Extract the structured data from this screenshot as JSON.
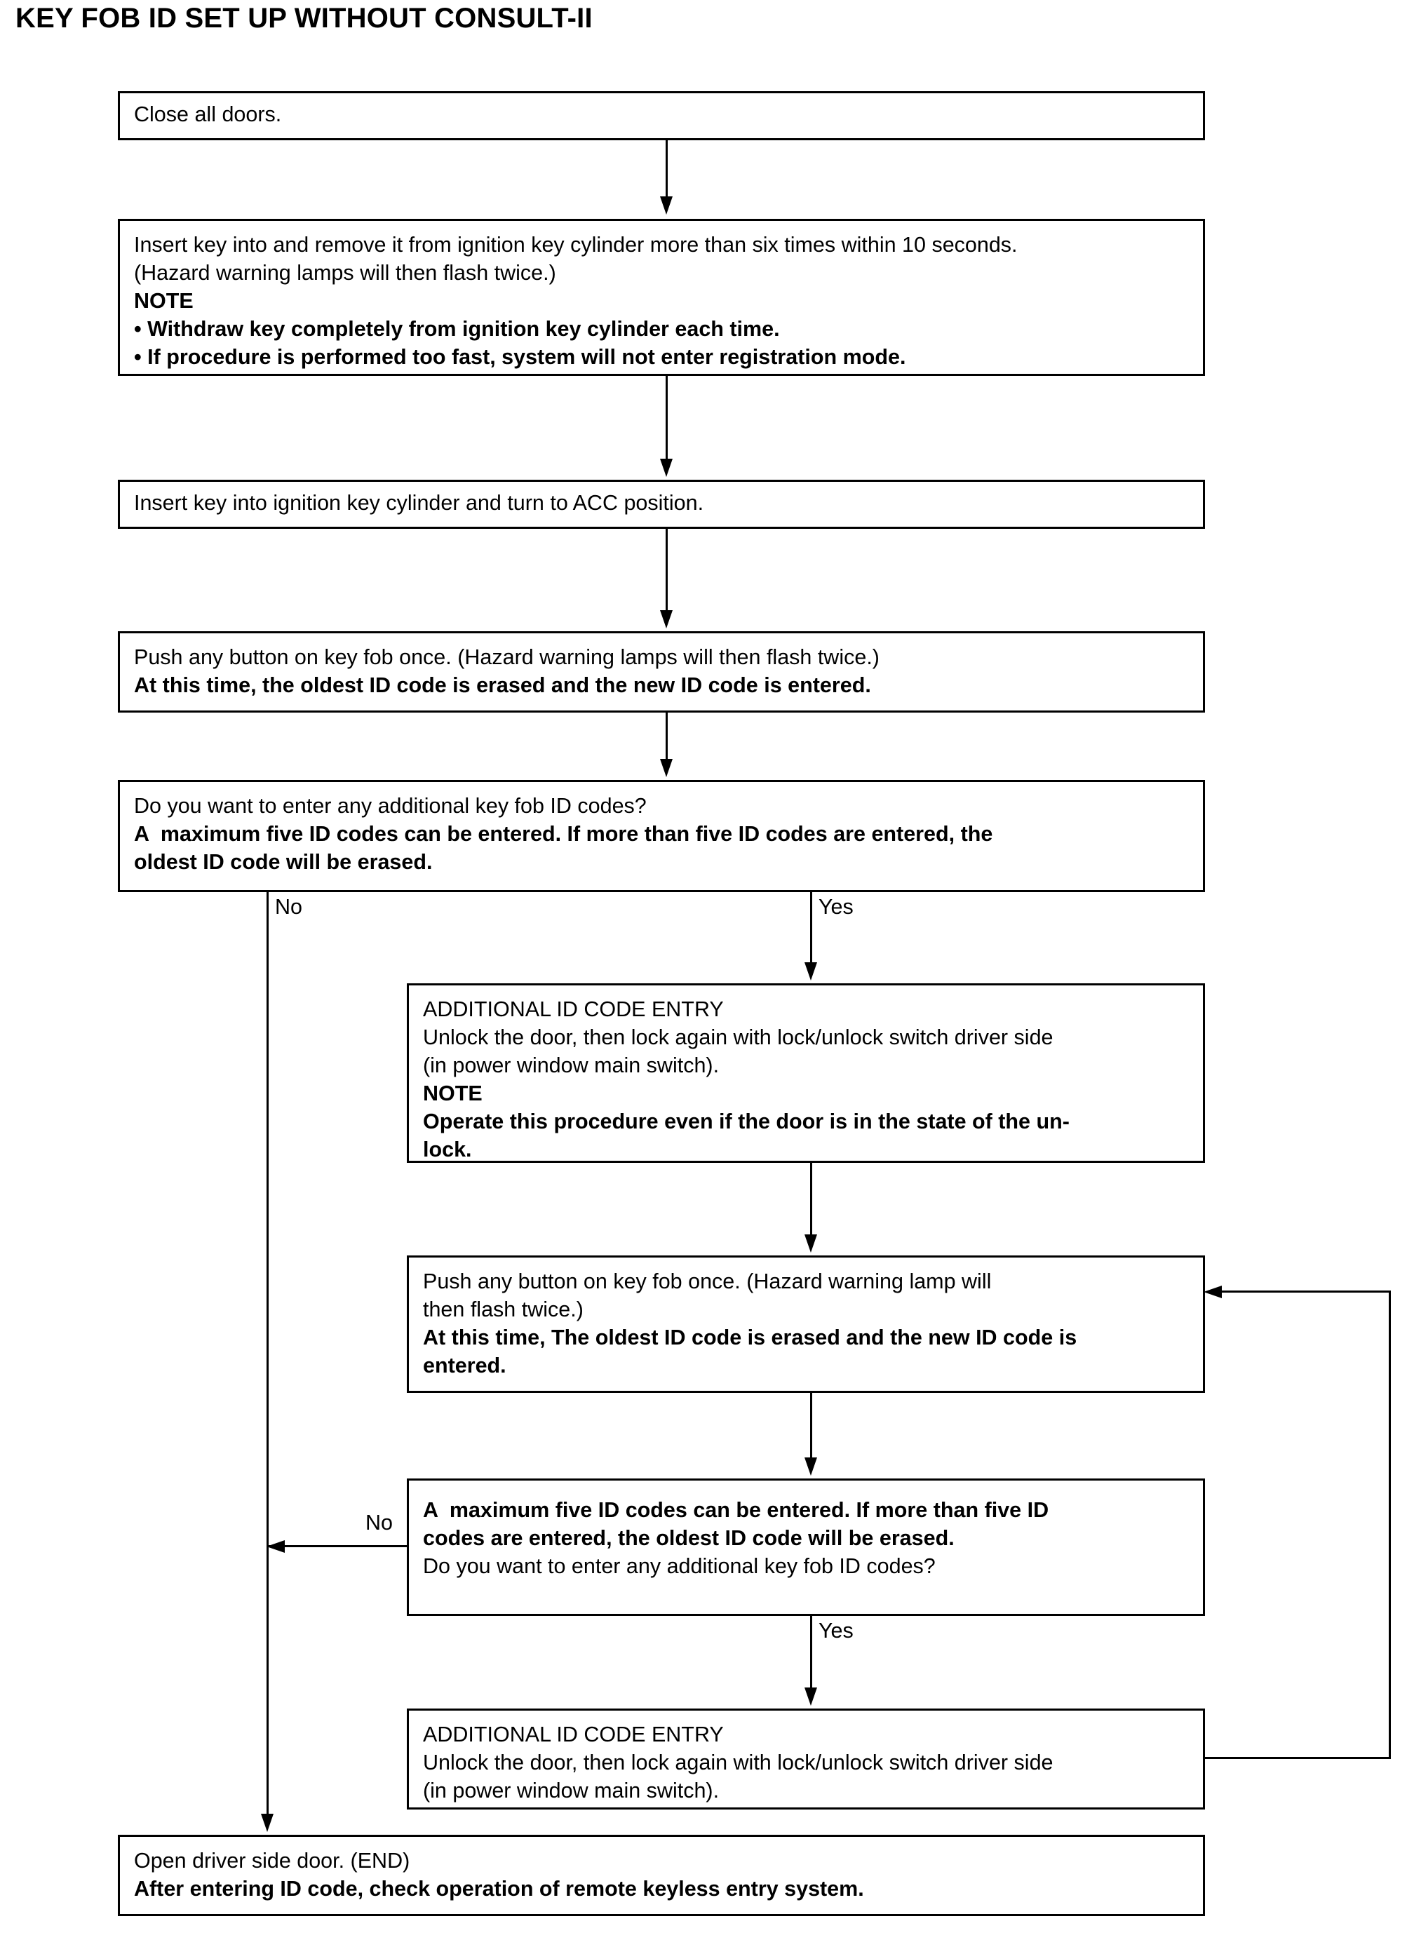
{
  "document": {
    "title": "KEY FOB ID SET UP WITHOUT CONSULT-II",
    "type": "flowchart"
  },
  "flow": {
    "nodes": {
      "close_doors": {
        "lines": [
          {
            "text": "Close all doors.",
            "bold": false
          }
        ]
      },
      "insert_remove_key": {
        "lines": [
          {
            "text": "Insert key into and remove it from ignition key cylinder more than six times within 10 seconds.",
            "bold": false
          },
          {
            "text": "(Hazard warning lamps will then flash twice.)",
            "bold": false
          },
          {
            "text": "NOTE",
            "bold": true
          },
          {
            "text": "• Withdraw key completely from ignition key cylinder each time.",
            "bold": true
          },
          {
            "text": "• If procedure is performed too fast, system will not enter registration mode.",
            "bold": true
          }
        ]
      },
      "turn_acc": {
        "lines": [
          {
            "text": "Insert key into ignition key cylinder and turn to ACC position.",
            "bold": false
          }
        ]
      },
      "push_button_1": {
        "lines": [
          {
            "text": "Push any button on key fob once. (Hazard warning lamps will then flash twice.)",
            "bold": false
          },
          {
            "text": "At this time, the oldest ID code is erased and the new ID code is entered.",
            "bold": true
          }
        ]
      },
      "decision_1": {
        "lines": [
          {
            "text": "Do you want to enter any additional key fob ID codes?",
            "bold": false
          },
          {
            "text": "A  maximum five ID codes can be entered. If more than five ID codes are entered, the",
            "bold": true
          },
          {
            "text": "oldest ID code will be erased.",
            "bold": true
          }
        ]
      },
      "additional_entry_1": {
        "lines": [
          {
            "text": "ADDITIONAL ID CODE ENTRY",
            "bold": false
          },
          {
            "text": "Unlock the door, then lock again with lock/unlock switch driver side",
            "bold": false
          },
          {
            "text": "(in power window main switch).",
            "bold": false
          },
          {
            "text": "NOTE",
            "bold": true
          },
          {
            "text": "Operate this procedure even if the door is in the state of the un-",
            "bold": true
          },
          {
            "text": "lock.",
            "bold": true
          }
        ]
      },
      "push_button_2": {
        "lines": [
          {
            "text": "Push any button on key fob once. (Hazard warning lamp will",
            "bold": false
          },
          {
            "text": "then flash twice.)",
            "bold": false
          },
          {
            "text": "At this time, The oldest ID code is erased and the new ID code is",
            "bold": true
          },
          {
            "text": "entered.",
            "bold": true
          }
        ]
      },
      "decision_2": {
        "lines": [
          {
            "text": "A  maximum five ID codes can be entered. If more than five ID",
            "bold": true
          },
          {
            "text": "codes are entered, the oldest ID code will be erased.",
            "bold": true
          },
          {
            "text": "Do you want to enter any additional key fob ID codes?",
            "bold": false
          }
        ]
      },
      "additional_entry_2": {
        "lines": [
          {
            "text": "ADDITIONAL ID CODE ENTRY",
            "bold": false
          },
          {
            "text": "Unlock the door, then lock again with lock/unlock switch driver side",
            "bold": false
          },
          {
            "text": "(in power window main switch).",
            "bold": false
          }
        ]
      },
      "end_node": {
        "lines": [
          {
            "text": "Open driver side door. (END)",
            "bold": false
          },
          {
            "text": "After entering ID code, check operation of remote keyless entry system.",
            "bold": true
          }
        ]
      }
    },
    "branch_labels": {
      "decision1_no": "No",
      "decision1_yes": "Yes",
      "decision2_no": "No",
      "decision2_yes": "Yes"
    }
  },
  "colors": {
    "line": "#000000",
    "background": "#ffffff",
    "text": "#000000"
  }
}
